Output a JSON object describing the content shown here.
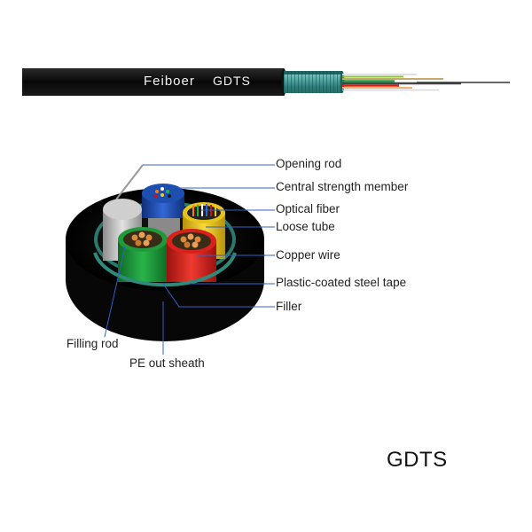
{
  "cable_print": {
    "brand": "Feiboer",
    "model": "GDTS"
  },
  "components": [
    {
      "id": "opening-rod",
      "label": "Opening rod"
    },
    {
      "id": "central-strength-member",
      "label": "Central strength member"
    },
    {
      "id": "optical-fiber",
      "label": "Optical fiber"
    },
    {
      "id": "loose-tube",
      "label": "Loose tube"
    },
    {
      "id": "copper-wire",
      "label": "Copper wire"
    },
    {
      "id": "plastic-coated-steel-tape",
      "label": "Plastic-coated steel tape"
    },
    {
      "id": "filler",
      "label": "Filler"
    },
    {
      "id": "filling-rod",
      "label": "Filling rod"
    },
    {
      "id": "pe-out-sheath",
      "label": "PE out sheath"
    }
  ],
  "model_caption": "GDTS",
  "colors": {
    "sheath": "#0b0b0b",
    "armor": "#2f8a8a",
    "steel_tape": "#3a8f7e",
    "loose_tube_blue": "#1d4fb0",
    "loose_tube_yellow": "#e8c21a",
    "green_tube": "#1f9a3a",
    "red_tube": "#d9201a",
    "filling_rod": "#bfbfbf",
    "copper": "#d98a3a",
    "leader_line": "#3060c8"
  }
}
